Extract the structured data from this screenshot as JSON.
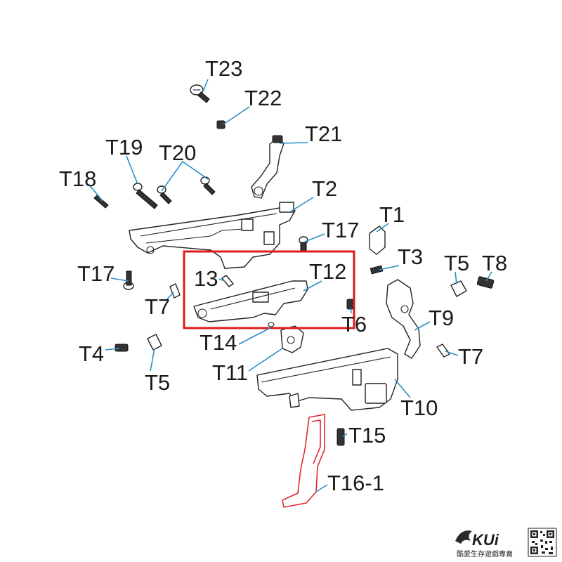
{
  "labels": {
    "t23": "T23",
    "t22": "T22",
    "t21": "T21",
    "t19": "T19",
    "t20": "T20",
    "t18": "T18",
    "t2": "T2",
    "t1": "T1",
    "t17a": "T17",
    "t3": "T3",
    "t5a": "T5",
    "t8": "T8",
    "t17b": "T17",
    "n13": "13",
    "t12": "T12",
    "t7a": "T7",
    "t6": "T6",
    "t9": "T9",
    "t14": "T14",
    "t4": "T4",
    "t7b": "T7",
    "t11": "T11",
    "t5b": "T5",
    "t10": "T10",
    "t15": "T15",
    "t16_1": "T16-1"
  },
  "highlight": {
    "color": "#e01b1b",
    "target": "T12"
  },
  "leader_color": "#2a8fc7",
  "brand": {
    "logo": "KUi",
    "tagline": "酷愛生存遊戲專賣"
  }
}
